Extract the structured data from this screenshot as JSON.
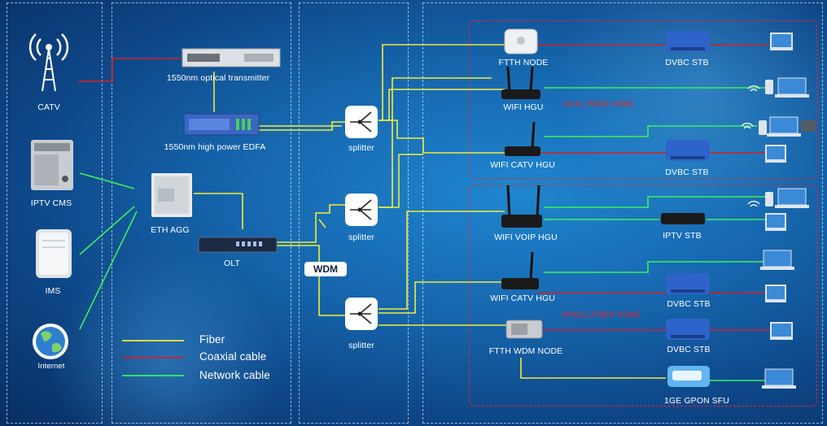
{
  "colors": {
    "fiber": "#f2ec3c",
    "coaxial": "#d4202a",
    "network": "#3cf05a",
    "red_label": "#e8222a",
    "background": "#1666ad"
  },
  "sources": {
    "catv": {
      "label": "CATV",
      "icon": "antenna-tower-icon"
    },
    "iptv_cms": {
      "label": "IPTV  CMS",
      "icon": "server-tower-icon"
    },
    "ims": {
      "label": "IMS",
      "icon": "server-cabinet-icon"
    },
    "internet": {
      "label": "Internet",
      "icon": "globe-icon"
    }
  },
  "headend": {
    "transmitter": "1550nm optical transmitter",
    "edfa": "1550nm  high power EDFA",
    "eth_agg": "ETH  AGG",
    "olt": "OLT"
  },
  "splitters": [
    "splitter",
    "splitter",
    "splitter"
  ],
  "wdm_label": "WDM",
  "legend": [
    {
      "label": "Fiber",
      "color": "#f2ec3c"
    },
    {
      "label": "Coaxial cable",
      "color": "#d4202a"
    },
    {
      "label": "Network cable",
      "color": "#3cf05a"
    }
  ],
  "groups": {
    "dual": "DUAL FIBER HOME",
    "single": "SINGLE FIBER HOME"
  },
  "nodes": {
    "ftth_node": "FTTH  NODE",
    "wifi_hgu": "WIFI  HGU",
    "wifi_catv_hgu_1": "WIFI CATV HGU",
    "wifi_voip_hgu": "WIFI VOIP HGU",
    "wifi_catv_hgu_2": "WIFI CATV HGU",
    "ftth_wdm_node": "FTTH WDM NODE"
  },
  "terminals": {
    "dvbc_stb_1": "DVBC STB",
    "dvbc_stb_2": "DVBC STB",
    "iptv_stb": "IPTV STB",
    "dvbc_stb_3": "DVBC STB",
    "dvbc_stb_4": "DVBC STB",
    "gpon_sfu": "1GE GPON SFU"
  }
}
